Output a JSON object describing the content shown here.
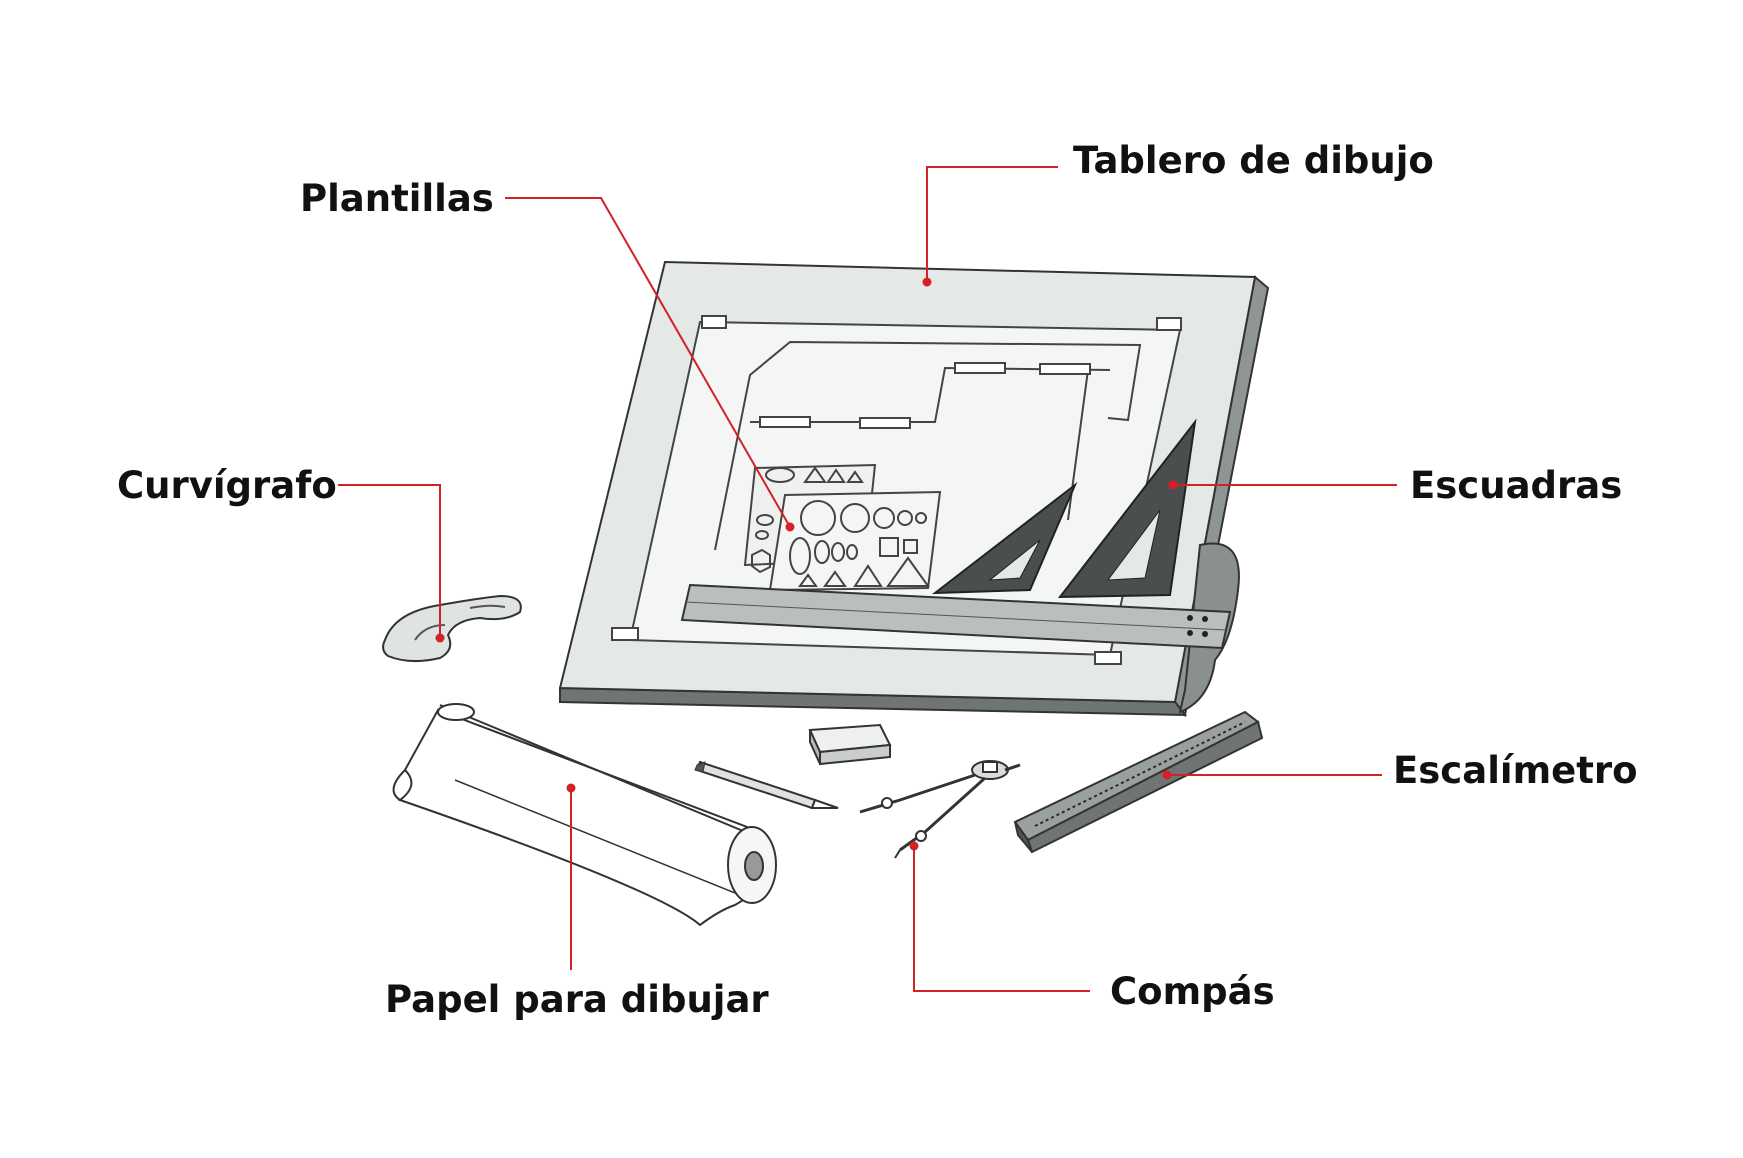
{
  "labels": {
    "tablero": "Tablero de dibujo",
    "plantillas": "Plantillas",
    "curvigrafo": "Curvígrafo",
    "escuadras": "Escuadras",
    "escalimetro": "Escalímetro",
    "compas": "Compás",
    "papel": "Papel para dibujar"
  },
  "colors": {
    "leader": "#d42027",
    "text": "#111111",
    "board_face": "#e4e9e8",
    "board_side": "#8f9594",
    "triangle": "#4a4e4f",
    "outline": "#333333"
  }
}
